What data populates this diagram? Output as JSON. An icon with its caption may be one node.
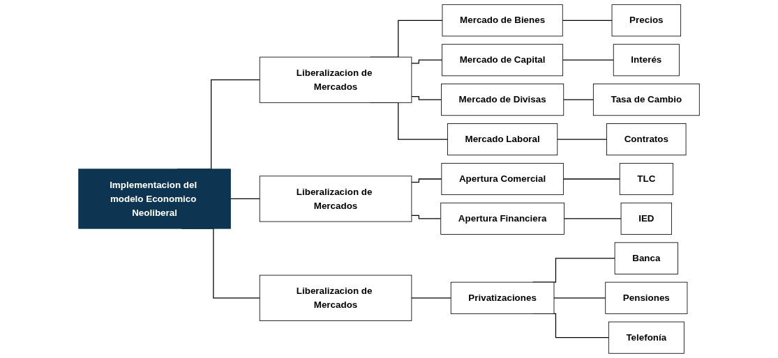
{
  "diagram": {
    "nodes": [
      {
        "text": [
          "Implementacion del modelo Economico Neoliberal"
        ]
      },
      {
        "text": [
          "Liberalizacion de Mercados"
        ]
      },
      {
        "text": [
          "Liberalizacion de Mercados"
        ]
      },
      {
        "text": [
          "Liberalizacion de Mercados"
        ]
      },
      {
        "text": [
          "Mercado de Bienes"
        ]
      },
      {
        "text": [
          "Precios"
        ]
      },
      {
        "text": [
          "Mercado de Capital"
        ]
      },
      {
        "text": [
          "Interés"
        ]
      },
      {
        "text": [
          "Mercado de Divisas"
        ]
      },
      {
        "text": [
          "Tasa de Cambio"
        ]
      },
      {
        "text": [
          "Mercado Laboral"
        ]
      },
      {
        "text": [
          "Contratos"
        ]
      },
      {
        "text": [
          "Apertura Comercial"
        ]
      },
      {
        "text": [
          "TLC"
        ]
      },
      {
        "text": [
          "Apertura Financiera"
        ]
      },
      {
        "text": [
          "IED"
        ]
      },
      {
        "text": [
          "Privatizaciones"
        ]
      },
      {
        "text": [
          "Banca"
        ]
      },
      {
        "text": [
          "Pensiones"
        ]
      },
      {
        "text": [
          "Telefonía"
        ]
      }
    ],
    "edges": [
      {
        "from": 0,
        "to": 1,
        "arrow": "none"
      },
      {
        "from": 0,
        "to": 2,
        "arrow": "none"
      },
      {
        "from": 0,
        "to": 3,
        "arrow": "none"
      },
      {
        "from": 1,
        "to": 4,
        "arrow": "none"
      },
      {
        "from": 1,
        "to": 6,
        "arrow": "none"
      },
      {
        "from": 1,
        "to": 8,
        "arrow": "none"
      },
      {
        "from": 1,
        "to": 10,
        "arrow": "none"
      },
      {
        "from": 4,
        "to": 5,
        "arrow": "none"
      },
      {
        "from": 6,
        "to": 7,
        "arrow": "none"
      },
      {
        "from": 8,
        "to": 9,
        "arrow": "none"
      },
      {
        "from": 10,
        "to": 11,
        "arrow": "none"
      },
      {
        "from": 2,
        "to": 12,
        "arrow": "none"
      },
      {
        "from": 2,
        "to": 14,
        "arrow": "none"
      },
      {
        "from": 12,
        "to": 13,
        "arrow": "none"
      },
      {
        "from": 14,
        "to": 15,
        "arrow": "none"
      },
      {
        "from": 3,
        "to": 16,
        "arrow": "none"
      },
      {
        "from": 16,
        "to": 17,
        "arrow": "none"
      },
      {
        "from": 16,
        "to": 18,
        "arrow": "none"
      },
      {
        "from": 16,
        "to": 19,
        "arrow": "none"
      }
    ]
  }
}
